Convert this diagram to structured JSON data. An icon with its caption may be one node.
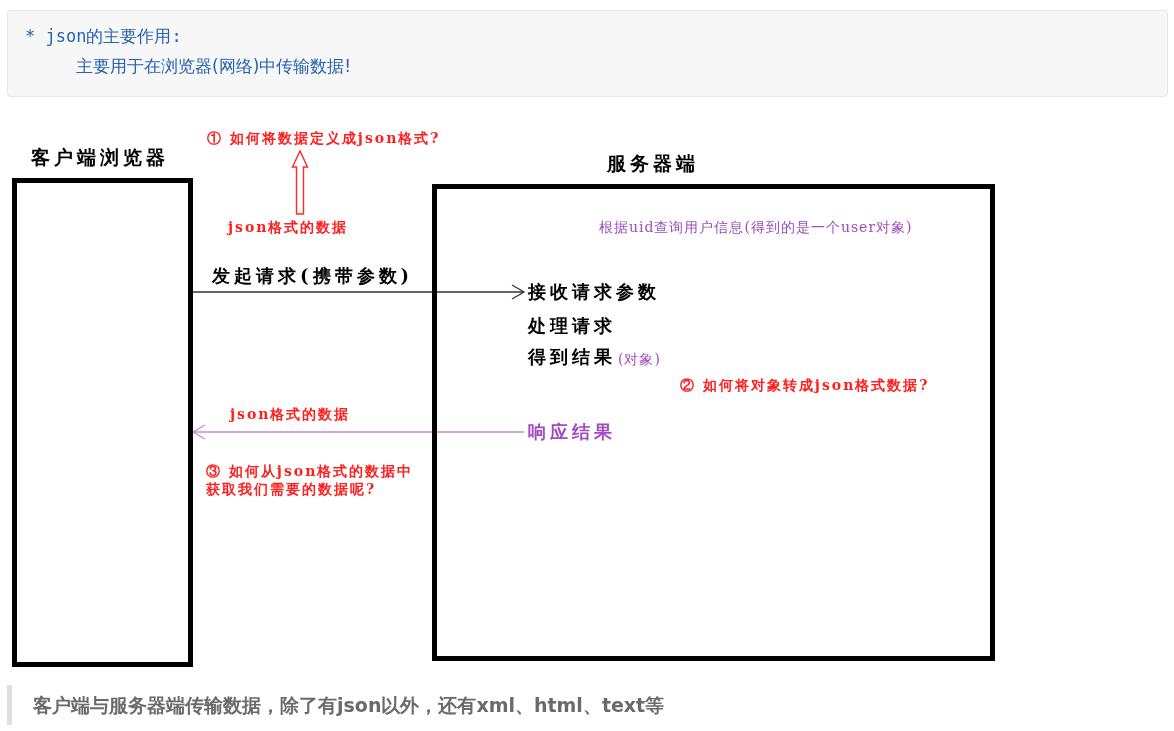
{
  "diagram": {
    "nodes": [
      {
        "text": [
          "① 如何将数据定义成json格式?"
        ]
      },
      {
        "text": [
          "客户端浏览器"
        ]
      },
      {
        "text": [
          "服务器端"
        ]
      },
      {
        "text": [
          "json格式的数据"
        ]
      },
      {
        "text": [
          "接收请求参数"
        ],
        "in": 2
      },
      {
        "text": [
          "响应结果"
        ],
        "in": 2
      }
    ],
    "edges": [
      {
        "from": 3,
        "to": 0,
        "arrow": "to",
        "style": "thick",
        "color": "#ff2a2a"
      },
      {
        "from": 1,
        "to": 4,
        "arrow": "to",
        "label": "发起请求(携带参数)"
      },
      {
        "from": 5,
        "to": 1,
        "arrow": "to",
        "label": "json格式的数据",
        "color": "#c48ad6"
      }
    ],
    "labels": [
      "* json的主要作用:",
      "主要用于在浏览器(网络)中传输数据!",
      "根据uid查询用户信息(得到的是一个user对象)",
      "处理请求",
      "得到结果",
      "(对象)",
      "② 如何将对象转成json格式数据?",
      "③ 如何从json格式的数据中获取我们需要的数据呢?"
    ],
    "caption": "客户端与服务器端传输数据，除了有json以外，还有xml、html、text等"
  }
}
